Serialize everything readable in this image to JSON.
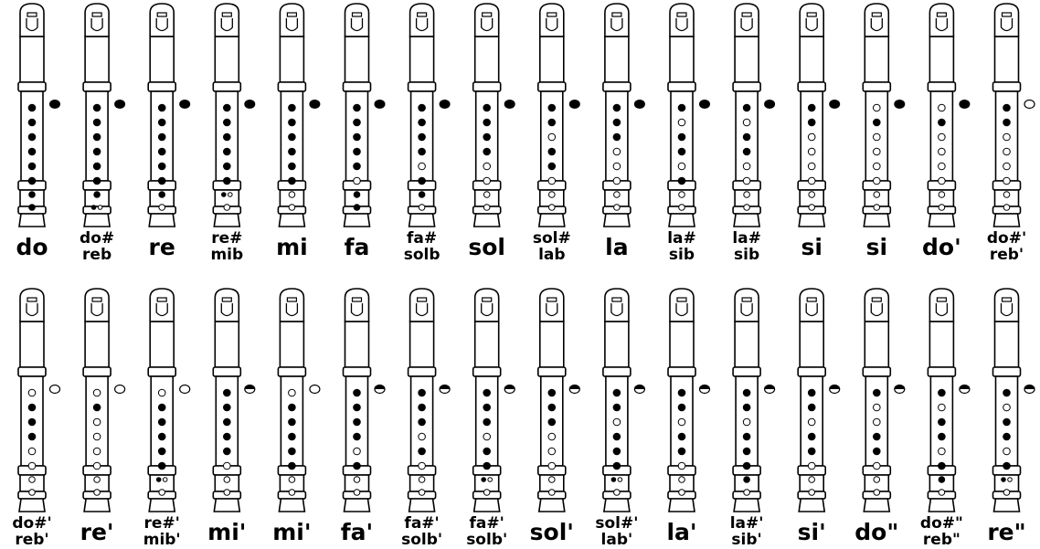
{
  "title": "",
  "legend": {
    "covered": "black-filled-hole",
    "open": "white-open-hole",
    "half_covered": "half-black-hole"
  },
  "colors": {
    "ink": "#000000",
    "paper": "#ffffff"
  },
  "rows": [
    {
      "fingerings": [
        {
          "label": [
            "do"
          ],
          "thumb": "closed",
          "holes": [
            "C",
            "C",
            "C",
            "C",
            "C",
            "C",
            "C",
            "C"
          ]
        },
        {
          "label": [
            "do#",
            "reb"
          ],
          "thumb": "closed",
          "holes": [
            "C",
            "C",
            "C",
            "C",
            "C",
            "C",
            "C",
            "B"
          ]
        },
        {
          "label": [
            "re"
          ],
          "thumb": "closed",
          "holes": [
            "C",
            "C",
            "C",
            "C",
            "C",
            "C",
            "C",
            "O"
          ]
        },
        {
          "label": [
            "re#",
            "mib"
          ],
          "thumb": "closed",
          "holes": [
            "C",
            "C",
            "C",
            "C",
            "C",
            "C",
            "B",
            "O"
          ]
        },
        {
          "label": [
            "mi"
          ],
          "thumb": "closed",
          "holes": [
            "C",
            "C",
            "C",
            "C",
            "C",
            "C",
            "O",
            "O"
          ]
        },
        {
          "label": [
            "fa"
          ],
          "thumb": "closed",
          "holes": [
            "C",
            "C",
            "C",
            "C",
            "C",
            "O",
            "C",
            "C"
          ]
        },
        {
          "label": [
            "fa#",
            "solb"
          ],
          "thumb": "closed",
          "holes": [
            "C",
            "C",
            "C",
            "C",
            "O",
            "C",
            "C",
            "O"
          ]
        },
        {
          "label": [
            "sol"
          ],
          "thumb": "closed",
          "holes": [
            "C",
            "C",
            "C",
            "C",
            "O",
            "O",
            "O",
            "O"
          ]
        },
        {
          "label": [
            "sol#",
            "lab"
          ],
          "thumb": "closed",
          "holes": [
            "C",
            "C",
            "O",
            "C",
            "C",
            "O",
            "O",
            "O"
          ]
        },
        {
          "label": [
            "la"
          ],
          "thumb": "closed",
          "holes": [
            "C",
            "C",
            "C",
            "O",
            "O",
            "O",
            "O",
            "O"
          ]
        },
        {
          "label": [
            "la#",
            "sib"
          ],
          "thumb": "closed",
          "holes": [
            "C",
            "O",
            "C",
            "C",
            "O",
            "C",
            "O",
            "O"
          ]
        },
        {
          "label": [
            "la#",
            "sib"
          ],
          "thumb": "closed",
          "holes": [
            "C",
            "O",
            "C",
            "C",
            "O",
            "O",
            "O",
            "O"
          ]
        },
        {
          "label": [
            "si"
          ],
          "thumb": "closed",
          "holes": [
            "C",
            "C",
            "O",
            "O",
            "O",
            "O",
            "O",
            "O"
          ]
        },
        {
          "label": [
            "si"
          ],
          "thumb": "closed",
          "holes": [
            "O",
            "C",
            "O",
            "O",
            "O",
            "O",
            "O",
            "O"
          ]
        },
        {
          "label": [
            "do'"
          ],
          "thumb": "closed",
          "holes": [
            "O",
            "C",
            "O",
            "O",
            "O",
            "O",
            "O",
            "O"
          ]
        },
        {
          "label": [
            "do#'",
            "reb'"
          ],
          "thumb": "open",
          "holes": [
            "C",
            "C",
            "O",
            "O",
            "O",
            "O",
            "O",
            "O"
          ]
        }
      ]
    },
    {
      "fingerings": [
        {
          "label": [
            "do#'",
            "reb'"
          ],
          "thumb": "open",
          "holes": [
            "O",
            "C",
            "C",
            "C",
            "O",
            "O",
            "O",
            "O"
          ]
        },
        {
          "label": [
            "re'"
          ],
          "thumb": "open",
          "holes": [
            "O",
            "C",
            "O",
            "O",
            "O",
            "O",
            "O",
            "O"
          ]
        },
        {
          "label": [
            "re#'",
            "mib'"
          ],
          "thumb": "open",
          "holes": [
            "O",
            "C",
            "C",
            "C",
            "C",
            "C",
            "B",
            "O"
          ]
        },
        {
          "label": [
            "mi'"
          ],
          "thumb": "half",
          "holes": [
            "C",
            "C",
            "C",
            "C",
            "C",
            "O",
            "O",
            "O"
          ]
        },
        {
          "label": [
            "mi'"
          ],
          "thumb": "open",
          "holes": [
            "O",
            "C",
            "C",
            "C",
            "C",
            "C",
            "O",
            "O"
          ]
        },
        {
          "label": [
            "fa'"
          ],
          "thumb": "half",
          "holes": [
            "C",
            "C",
            "C",
            "C",
            "O",
            "C",
            "O",
            "O"
          ]
        },
        {
          "label": [
            "fa#'",
            "solb'"
          ],
          "thumb": "half",
          "holes": [
            "C",
            "C",
            "C",
            "O",
            "C",
            "O",
            "O",
            "O"
          ]
        },
        {
          "label": [
            "fa#'",
            "solb'"
          ],
          "thumb": "half",
          "holes": [
            "C",
            "C",
            "C",
            "O",
            "C",
            "C",
            "B",
            "O"
          ]
        },
        {
          "label": [
            "sol'"
          ],
          "thumb": "half",
          "holes": [
            "C",
            "C",
            "C",
            "O",
            "O",
            "O",
            "O",
            "O"
          ]
        },
        {
          "label": [
            "sol#'",
            "lab'"
          ],
          "thumb": "half",
          "holes": [
            "C",
            "C",
            "O",
            "C",
            "C",
            "C",
            "B",
            "O"
          ]
        },
        {
          "label": [
            "la'"
          ],
          "thumb": "half",
          "holes": [
            "C",
            "C",
            "O",
            "C",
            "C",
            "O",
            "O",
            "O"
          ]
        },
        {
          "label": [
            "la#'",
            "sib'"
          ],
          "thumb": "half",
          "holes": [
            "C",
            "C",
            "O",
            "C",
            "C",
            "C",
            "C",
            "O"
          ]
        },
        {
          "label": [
            "si'"
          ],
          "thumb": "half",
          "holes": [
            "C",
            "C",
            "O",
            "C",
            "C",
            "O",
            "O",
            "O"
          ]
        },
        {
          "label": [
            "do\""
          ],
          "thumb": "half",
          "holes": [
            "C",
            "O",
            "O",
            "C",
            "C",
            "O",
            "O",
            "O"
          ]
        },
        {
          "label": [
            "do#\"",
            "reb\""
          ],
          "thumb": "half",
          "holes": [
            "C",
            "O",
            "C",
            "C",
            "O",
            "C",
            "C",
            "O"
          ]
        },
        {
          "label": [
            "re\""
          ],
          "thumb": "half",
          "holes": [
            "C",
            "O",
            "C",
            "C",
            "O",
            "C",
            "B",
            "O"
          ]
        }
      ]
    }
  ]
}
